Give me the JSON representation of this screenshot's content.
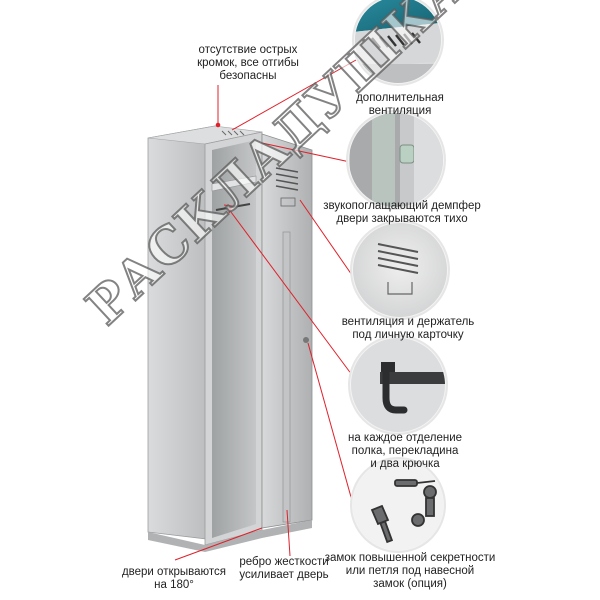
{
  "labels": {
    "no_sharp_edges": "отсутствие острых\nкромок, все отгибы\nбезопасны",
    "extra_ventilation": "дополнительная\nвентиляция",
    "damper": "звукопоглащающий демпфер\nдвери закрываются тихо",
    "vent_card_holder": "вентиляция и держатель\nпод личную карточку",
    "compartment": "на каждое отделение\nполка, перекладина\nи два крючка",
    "lock": "замок повышенной секретности\nили петля под навесной\nзамок (опция)",
    "door_180": "двери открываются\nна 180°",
    "rib": "ребро жесткости\nусиливает дверь"
  },
  "watermark": "РАСКЛАДУШКА.РФ",
  "colors": {
    "callout_line": "#e0202a",
    "circle_border": "#e8e8e8",
    "locker_body": "#c9cbcc",
    "locker_inside": "#b5b7b8",
    "teal": "#1d7a8c"
  }
}
